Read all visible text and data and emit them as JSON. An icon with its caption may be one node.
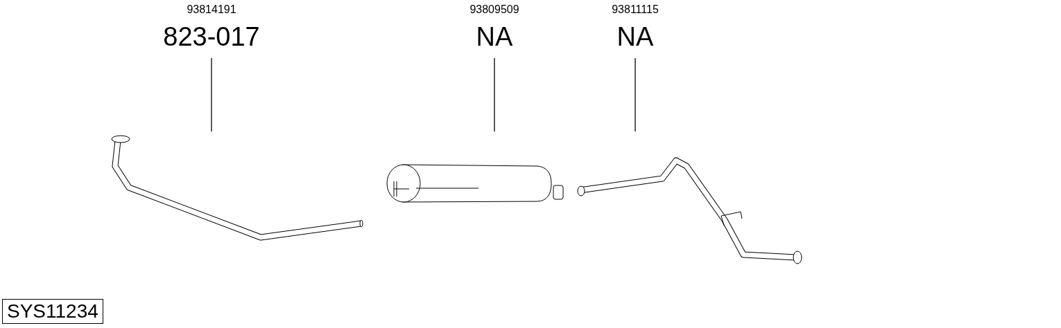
{
  "diagram": {
    "nodes": [
      {
        "text": [
          "93814191",
          "823-017"
        ]
      },
      {
        "text": [
          "93809509",
          "NA"
        ]
      },
      {
        "text": [
          "93811115",
          "NA"
        ]
      },
      {
        "text": [],
        "shape": "picture"
      },
      {
        "text": [],
        "shape": "picture"
      },
      {
        "text": [],
        "shape": "picture"
      }
    ],
    "edges": [
      {
        "from": 0,
        "to": 3,
        "arrow": "none"
      },
      {
        "from": 1,
        "to": 4,
        "arrow": "none"
      },
      {
        "from": 2,
        "to": 5,
        "arrow": "none"
      }
    ],
    "labels": [
      "SYS11234"
    ]
  }
}
